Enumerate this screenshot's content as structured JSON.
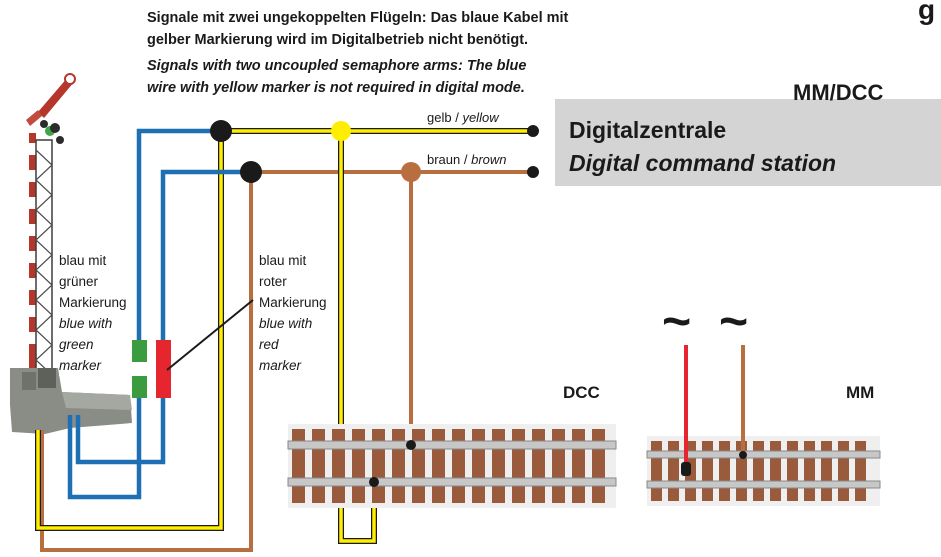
{
  "header": {
    "line1": "Signale mit zwei ungekoppelten Flügeln: Das blaue Kabel mit",
    "line2": "gelber Markierung wird im Digitalbetrieb nicht benötigt.",
    "line3": "Signals with two uncoupled semaphore arms: The blue",
    "line4": "wire with yellow marker is not required in digital mode.",
    "corner": "g"
  },
  "protocol": "MM/DCC",
  "station": {
    "de": "Digitalzentrale",
    "en": "Digital command station"
  },
  "wires": {
    "yellow_de": "gelb",
    "yellow_en": "yellow",
    "brown_de": "braun",
    "brown_en": "brown",
    "sep": "/"
  },
  "green_label": [
    "blau mit",
    "grüner",
    "Markierung",
    "blue with",
    "green",
    "marker"
  ],
  "red_label": [
    "blau mit",
    "roter",
    "Markierung",
    "blue with",
    "red",
    "marker"
  ],
  "dcc": "DCC",
  "mm": "MM",
  "tilde": "~",
  "colors": {
    "blue": "#1f6fb5",
    "yellow": "#ffee00",
    "brown": "#b86e3f",
    "red": "#e5262e",
    "green": "#3a9b3f",
    "box": "#d4d4d4",
    "rail_brown": "#9a5a3c"
  }
}
